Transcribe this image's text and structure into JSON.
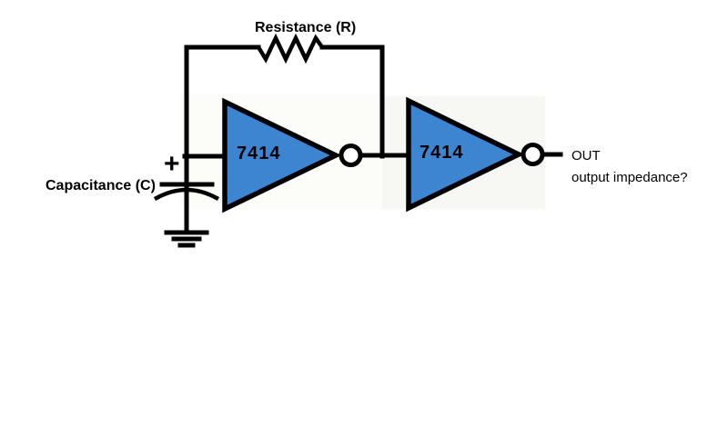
{
  "diagram": {
    "type": "circuit-schematic",
    "components": {
      "resistor": {
        "label": "Resistance (R)"
      },
      "capacitor": {
        "label": "Capacitance (C)",
        "polarity_mark": "+"
      },
      "inverter1": {
        "label": "7414"
      },
      "inverter2": {
        "label": "7414"
      },
      "output": {
        "label": "OUT",
        "annotation": "output impedance?"
      }
    },
    "colors": {
      "gate_fill": "#3d85d1",
      "wire": "#000000",
      "background": "#ffffff"
    }
  }
}
